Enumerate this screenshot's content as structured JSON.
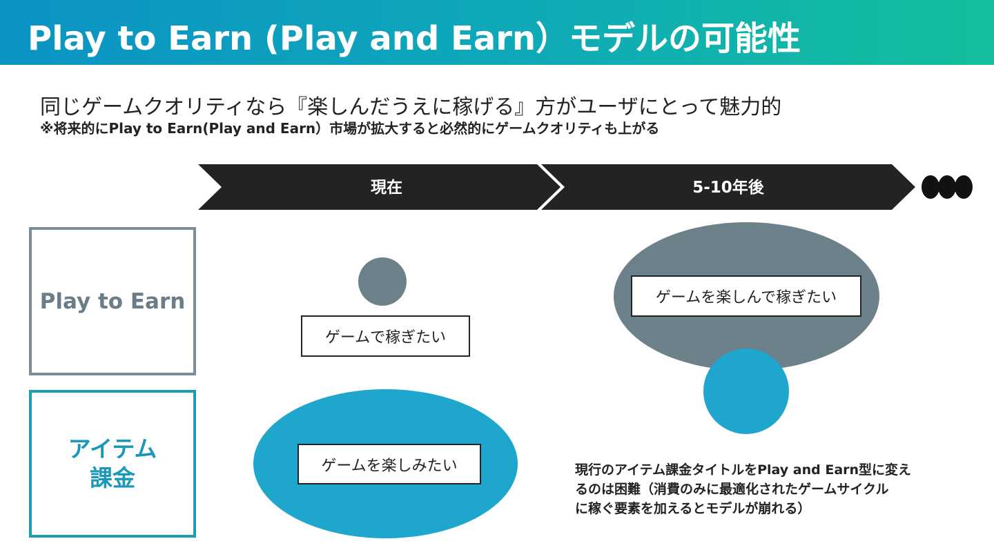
{
  "header": {
    "title": "Play to Earn (Play and Earn）モデルの可能性"
  },
  "subtitle": "同じゲームクオリティなら『楽しんだうえに稼げる』方がユーザにとって魅力的",
  "note": "※将来的にPlay to Earn(Play and Earn）市場が拡大すると必然的にゲームクオリティも上がる",
  "timeline": {
    "stages": [
      "現在",
      "5-10年後"
    ]
  },
  "categories": {
    "play_to_earn": "Play to Earn",
    "item_billing_line1": "アイテム",
    "item_billing_line2": "課金"
  },
  "current": {
    "p2e_label": "ゲームで稼ぎたい",
    "item_label": "ゲームを楽しみたい"
  },
  "future": {
    "p2e_label": "ゲームを楽しんで稼ぎたい",
    "note_line1": "現行のアイテム課金タイトルをPlay and Earn型に変え",
    "note_line2": "るのは困難（消費のみに最適化されたゲームサイクル",
    "note_line3": "に稼ぐ要素を加えるとモデルが崩れる）"
  },
  "colors": {
    "header_start": "#0b93c4",
    "header_end": "#12bf9c",
    "p2e_gray": "#6d818b",
    "item_blue": "#1ea6cd",
    "timeline_dark": "#232323"
  }
}
